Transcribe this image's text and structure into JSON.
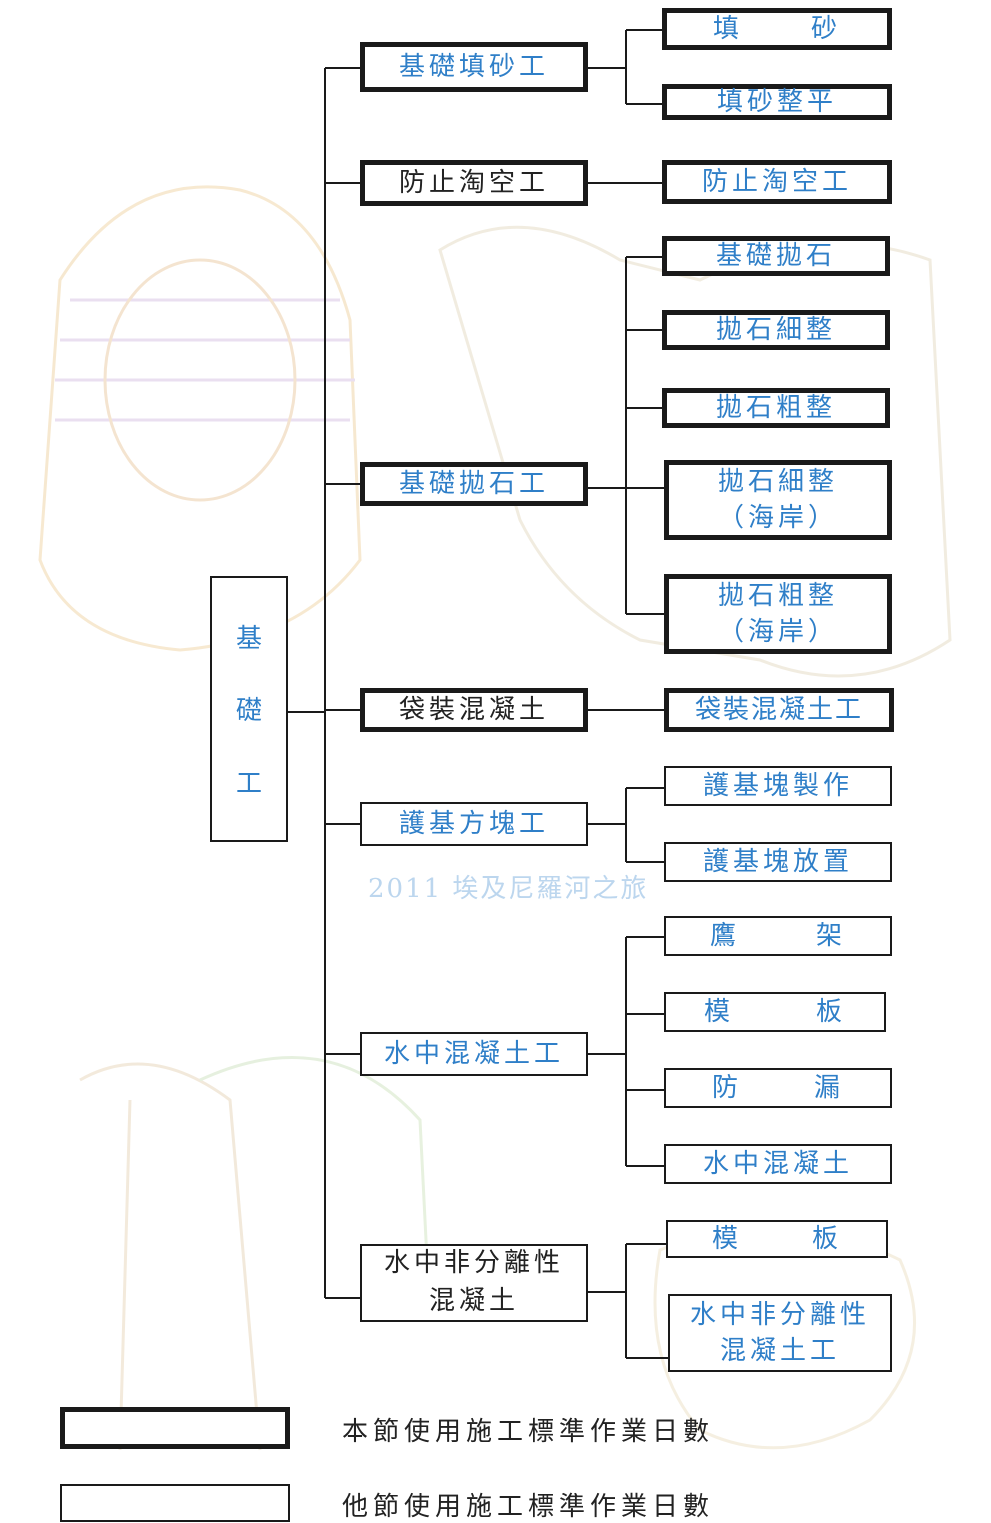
{
  "root": {
    "chars": [
      "基",
      "礎",
      "工"
    ]
  },
  "categories": [
    {
      "label": "基礎填砂工",
      "bold": true,
      "color": "blue"
    },
    {
      "label": "防止淘空工",
      "bold": true,
      "color": "black"
    },
    {
      "label": "基礎拋石工",
      "bold": true,
      "color": "blue"
    },
    {
      "label": "袋裝混凝土",
      "bold": true,
      "color": "black"
    },
    {
      "label": "護基方塊工",
      "bold": false,
      "color": "blue"
    },
    {
      "label": "水中混凝土工",
      "bold": false,
      "color": "blue"
    },
    {
      "label_line1": "水中非分離性",
      "label_line2": "混凝土",
      "bold": false,
      "color": "black"
    }
  ],
  "items": {
    "sand_fill": {
      "a": "填",
      "b": "砂"
    },
    "sand_level": "填砂整平",
    "anti_scour": "防止淘空工",
    "riprap": "基礎拋石",
    "riprap_fine": "拋石細整",
    "riprap_rough": "拋石粗整",
    "riprap_fine_coast": {
      "line1": "拋石細整",
      "line2": "（海岸）"
    },
    "riprap_rough_coast": {
      "line1": "拋石粗整",
      "line2": "（海岸）"
    },
    "bagged_concrete": "袋裝混凝土工",
    "block_make": "護基塊製作",
    "block_place": "護基塊放置",
    "falsework": {
      "a": "鷹",
      "b": "架"
    },
    "formwork": {
      "a": "模",
      "b": "板"
    },
    "leakproof": {
      "a": "防",
      "b": "漏"
    },
    "underwater_concrete": "水中混凝土",
    "formwork2": {
      "a": "模",
      "b": "板"
    },
    "nonsegregating": {
      "line1": "水中非分離性",
      "line2": "混凝土工"
    }
  },
  "watermark": "2011 埃及尼羅河之旅",
  "legend": {
    "this_section": "本節使用施工標準作業日數",
    "other_section": "他節使用施工標準作業日數"
  },
  "colors": {
    "accent": "#2f7fc8",
    "ink": "#1a1a1a"
  }
}
